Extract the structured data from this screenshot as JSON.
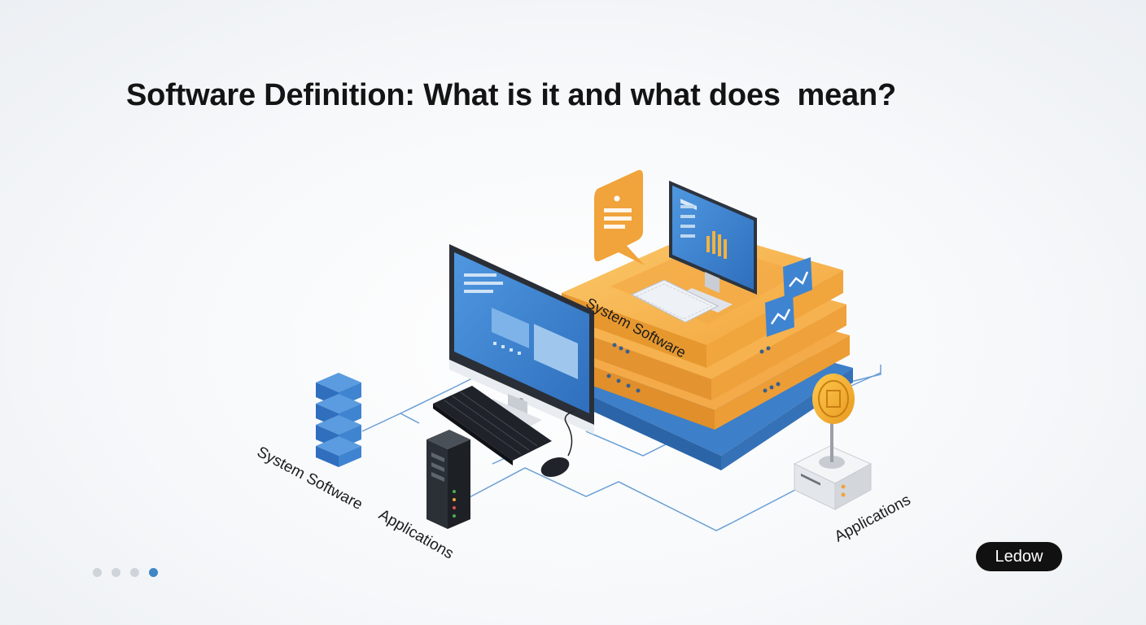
{
  "title": "Software Definition: What is it and what does  mean?",
  "labels": {
    "system_software_platform": "System Software",
    "system_software_server": "System Software",
    "applications_tower": "Applications",
    "applications_device": "Applications"
  },
  "logo": {
    "text": "Ledow"
  },
  "pagination": {
    "total": 4,
    "active": 4
  },
  "colors": {
    "platform_orange": "#f6ad45",
    "platform_blue": "#3d7fc8",
    "screen_blue": "#3f86d4",
    "accent_dot": "#3f86c6",
    "coin_gold": "#f0a92e"
  }
}
